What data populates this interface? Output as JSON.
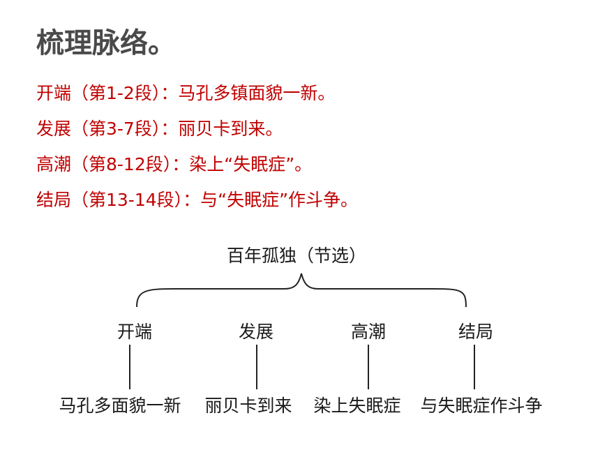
{
  "title": "梳理脉络。",
  "stages": [
    {
      "text": "开端（第1-2段）：马孔多镇面貌一新。"
    },
    {
      "text": "发展（第3-7段）：丽贝卡到来。"
    },
    {
      "text": "高潮（第8-12段）：染上“失眠症”。"
    },
    {
      "text": "结局（第13-14段）：与“失眠症”作斗争。"
    }
  ],
  "diagram": {
    "root": "百年孤独（节选）",
    "nodes": [
      {
        "label": "开端",
        "detail": "马孔多面貌一新"
      },
      {
        "label": "发展",
        "detail": "丽贝卡到来"
      },
      {
        "label": "高潮",
        "detail": "染上失眠症"
      },
      {
        "label": "结局",
        "detail": "与失眠症作斗争"
      }
    ]
  }
}
